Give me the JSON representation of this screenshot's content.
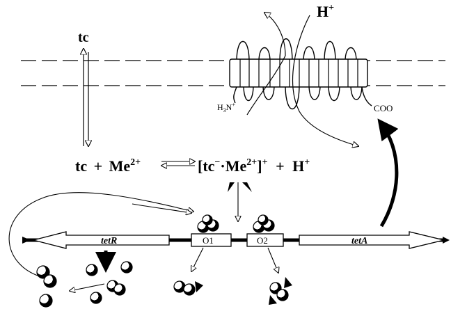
{
  "labels": {
    "tc_top": "tc",
    "h_plus_top": "H",
    "h_plus_top_sup": "+",
    "n_terminus": "H",
    "n_terminus_sub": "3",
    "n_terminus_tail": "N",
    "n_terminus_sup": "+",
    "c_terminus": "COO",
    "equation": {
      "tc": "tc",
      "plus1": "+",
      "me": "Me",
      "me_sup": "2+",
      "complex_open": "[tc",
      "complex_minus_sup": "−",
      "complex_dot": "·Me",
      "complex_me_sup": "2+",
      "complex_close": "]",
      "complex_close_sup": "+",
      "plus2": "+",
      "h": "H",
      "h_sup": "+"
    },
    "tetR": "tetR",
    "tetA": "tetA",
    "operator_1": "O1",
    "operator_2": "O2"
  }
}
